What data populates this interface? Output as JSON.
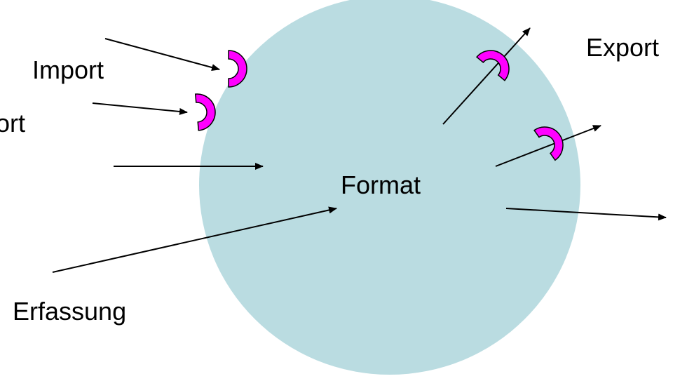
{
  "diagram": {
    "center_label": "Format",
    "labels": {
      "import": "Import",
      "import_cut": "ort",
      "export": "Export",
      "erfassung": "Erfassung"
    },
    "colors": {
      "circle_fill": "#badce1",
      "plug_fill": "#ff00ff",
      "plug_stroke": "#000000",
      "arrow": "#000000"
    }
  }
}
